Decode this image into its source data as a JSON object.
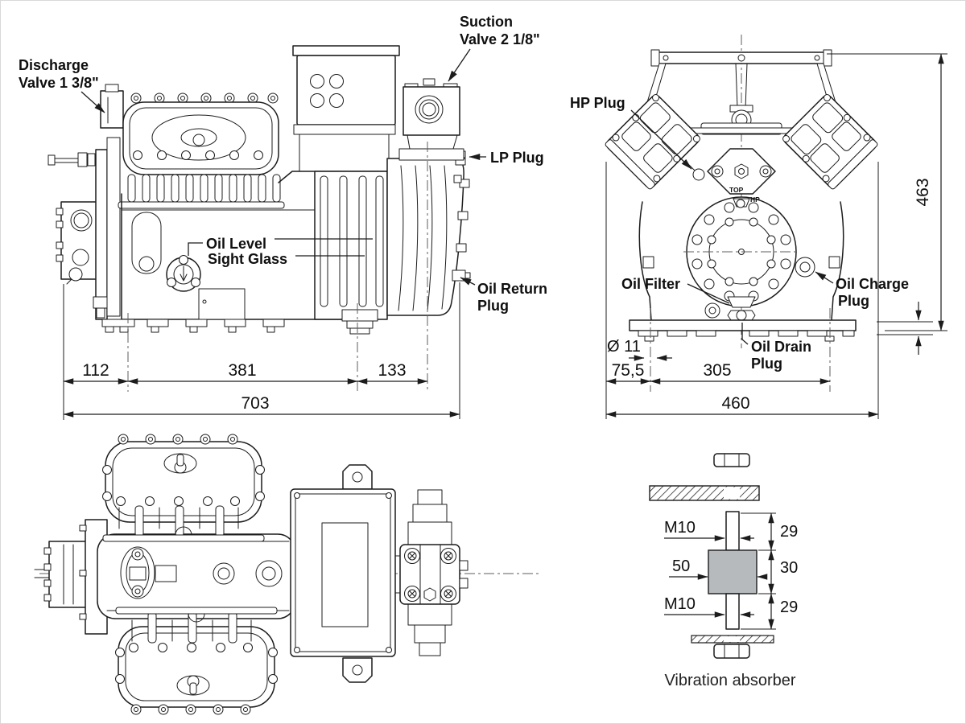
{
  "side_view": {
    "callouts": {
      "discharge_l1": "Discharge",
      "discharge_l2": "Valve 1 3/8\"",
      "suction_l1": "Suction",
      "suction_l2": "Valve 2 1/8\"",
      "lp_plug": "LP Plug",
      "oil_level_l1": "Oil Level",
      "oil_level_l2": "Sight Glass",
      "oil_return_l1": "Oil Return",
      "oil_return_l2": "Plug"
    },
    "dims": {
      "seg_left": "112",
      "seg_mid": "381",
      "seg_right": "133",
      "overall": "703"
    }
  },
  "front_view": {
    "callouts": {
      "hp_plug": "HP Plug",
      "oil_filter": "Oil Filter",
      "oil_charge_l1": "Oil Charge",
      "oil_charge_l2": "Plug",
      "oil_drain_l1": "Oil Drain",
      "oil_drain_l2": "Plug",
      "mark_top": "TOP",
      "mark_hp": "HP"
    },
    "dims": {
      "hole_dia": "Ø 11",
      "offset": "75,5",
      "spacing": "305",
      "base": "460",
      "height": "463"
    }
  },
  "vibration_absorber": {
    "caption": "Vibration absorber",
    "dims": {
      "thread_top": "M10",
      "len_top": "29",
      "width": "50",
      "height": "30",
      "thread_bottom": "M10",
      "len_bottom": "29"
    }
  },
  "colors": {
    "line": "#1c1c1c",
    "rubber_fill": "#b6babd"
  }
}
